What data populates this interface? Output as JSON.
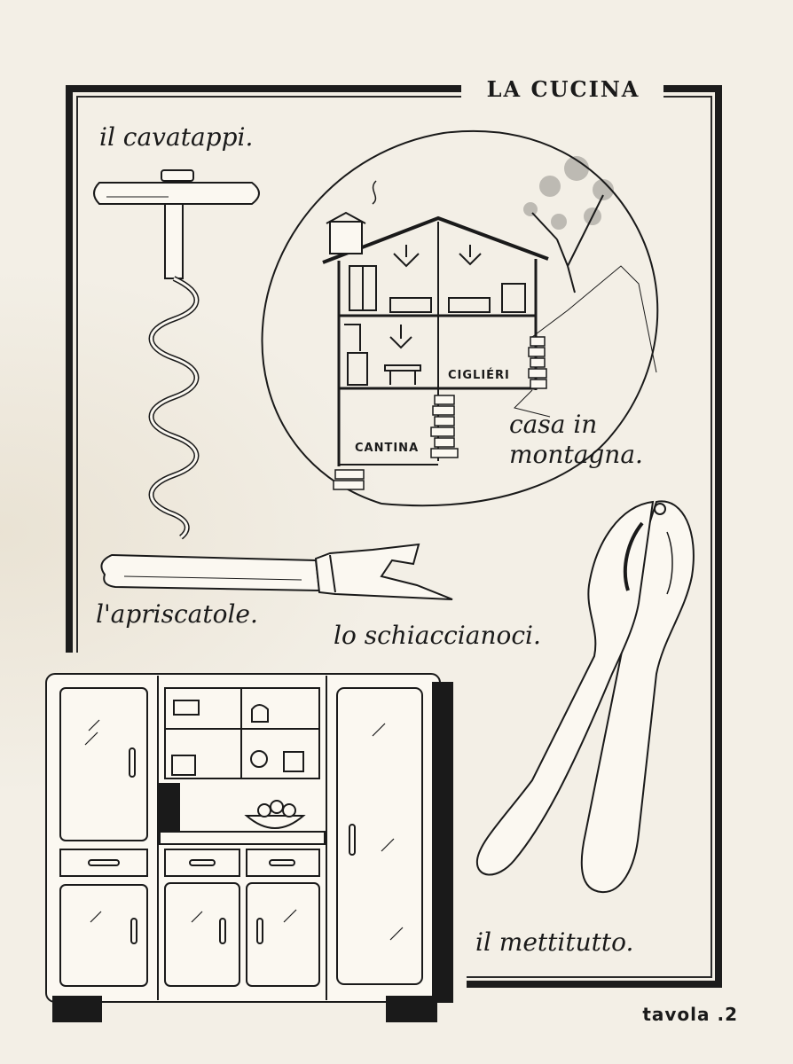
{
  "page": {
    "title": "LA CUCINA",
    "footer": "tavola .2"
  },
  "items": {
    "corkscrew": "il cavatappi.",
    "house_line1": "casa in",
    "house_line2": "montagna.",
    "can_opener": "l'apriscatole.",
    "nutcracker": "lo schiaccianoci.",
    "cupboard": "il mettitutto."
  },
  "house": {
    "cellar_label": "CANTINA",
    "room_label": "CIGLIÉRI"
  },
  "colors": {
    "ink": "#1a1a1a",
    "paper": "#f3efe6"
  }
}
